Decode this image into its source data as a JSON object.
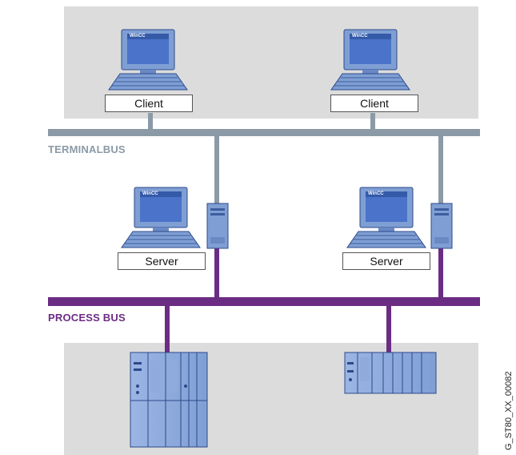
{
  "clients": [
    {
      "label": "Client",
      "screen_text": "WinCC"
    },
    {
      "label": "Client",
      "screen_text": "WinCC"
    }
  ],
  "servers": [
    {
      "label": "Server",
      "screen_text": "WinCC"
    },
    {
      "label": "Server",
      "screen_text": "WinCC"
    }
  ],
  "terminal_bus": {
    "label": "TERMINALBUS",
    "color": "#8b9aa6"
  },
  "process_bus": {
    "label": "PROCESS BUS",
    "color": "#6b2c84"
  },
  "figure_id": "G_ST80_XX_00082",
  "colors": {
    "zone_bg": "#dcdcdc",
    "device_blue": "#7f9fd4",
    "screen_blue": "#4a73c9"
  }
}
